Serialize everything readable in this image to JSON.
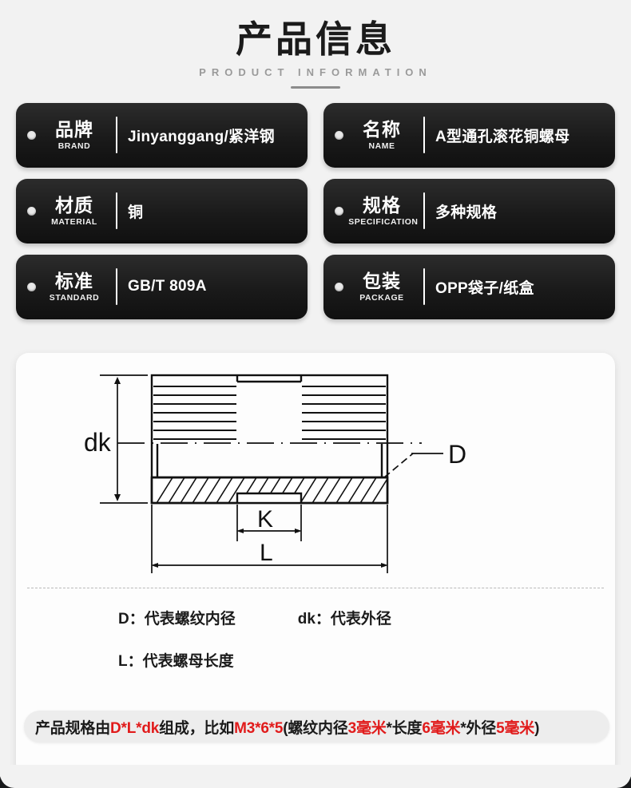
{
  "header": {
    "title": "产品信息",
    "subtitle": "PRODUCT INFORMATION"
  },
  "spec_cards": [
    {
      "label_cn": "品牌",
      "label_en": "BRAND",
      "value": "Jinyanggang/紧洋钢"
    },
    {
      "label_cn": "名称",
      "label_en": "NAME",
      "value": "A型通孔滚花铜螺母"
    },
    {
      "label_cn": "材质",
      "label_en": "MATERIAL",
      "value": "铜"
    },
    {
      "label_cn": "规格",
      "label_en": "SPECIFICATION",
      "value": "多种规格"
    },
    {
      "label_cn": "标准",
      "label_en": "STANDARD",
      "value": "GB/T 809A"
    },
    {
      "label_cn": "包装",
      "label_en": "PACKAGE",
      "value": "OPP袋子/纸盒"
    }
  ],
  "drawing": {
    "dimension_labels": {
      "dk": "dk",
      "D": "D",
      "K": "K",
      "L": "L"
    }
  },
  "legend": {
    "row1": [
      "D：代表螺纹内径",
      "dk：代表外径"
    ],
    "row2": [
      "L：代表螺母长度"
    ]
  },
  "note": {
    "segments": [
      {
        "text": "产品规格由",
        "highlight": false
      },
      {
        "text": "D*L*dk",
        "highlight": true
      },
      {
        "text": "组成，比如",
        "highlight": false
      },
      {
        "text": "M3*6*5",
        "highlight": true
      },
      {
        "text": "(螺纹内径",
        "highlight": false
      },
      {
        "text": "3毫米",
        "highlight": true
      },
      {
        "text": "*长度",
        "highlight": false
      },
      {
        "text": "6毫米",
        "highlight": true
      },
      {
        "text": "*外径",
        "highlight": false
      },
      {
        "text": "5毫米",
        "highlight": true
      },
      {
        "text": ")",
        "highlight": false
      }
    ]
  },
  "colors": {
    "page_background": "#f2f2f2",
    "card_background": "#1a1a1a",
    "card_text": "#ffffff",
    "highlight_red": "#e11b1b",
    "title_text": "#1b1b1b",
    "subtitle_text": "#9a9a9a"
  }
}
